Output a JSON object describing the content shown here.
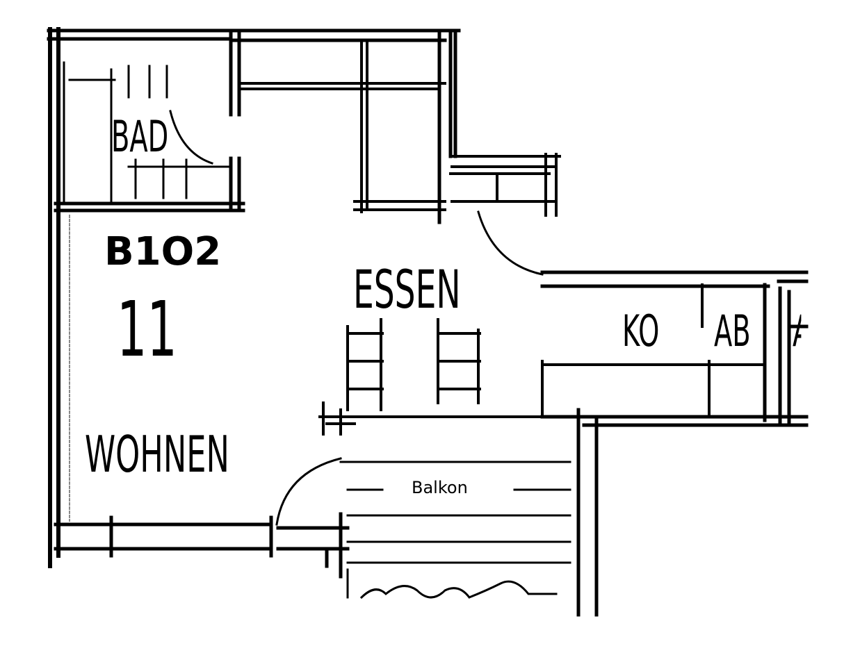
{
  "plan": {
    "unit_id": "B1O2",
    "unit_number": "11",
    "rooms": {
      "bath": "BAD",
      "dining": "ESSEN",
      "living": "WOHNEN",
      "kitchen": "KO",
      "storage": "AB",
      "cut_label": "A",
      "balcony": "Balkon"
    },
    "colors": {
      "ink": "#000000",
      "paper": "#ffffff",
      "hatch": "#8a8a8a"
    }
  }
}
